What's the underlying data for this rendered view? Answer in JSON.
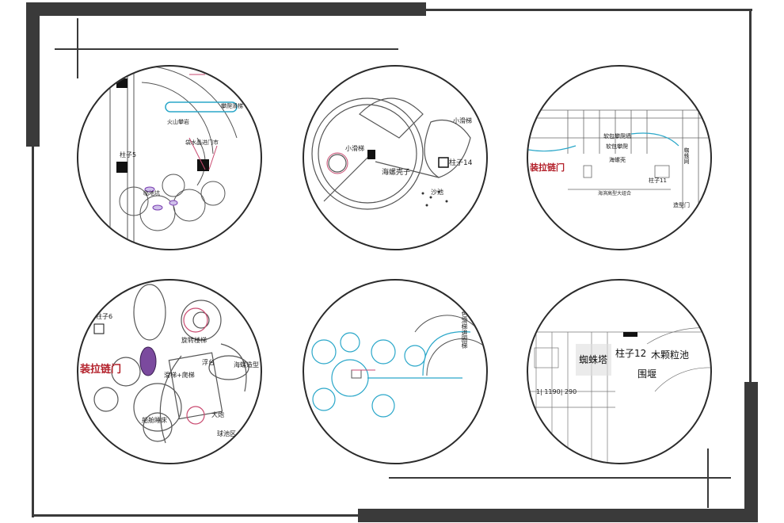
{
  "panels": [
    {
      "labels": {
        "pillar5": "柱子5",
        "waterfall_entry": "袋水晶进门市",
        "sunken_pit": "临地坑",
        "climb_slide": "攀爬滑梯",
        "volcano": "火山攀岩"
      }
    },
    {
      "labels": {
        "small_slide_a": "小滑梯",
        "small_slide_b": "小滑梯",
        "pillar14": "柱子14",
        "sea_snail": "海螺壳子",
        "sand": "沙池"
      }
    },
    {
      "labels": {
        "zipper_door": "装拉链门",
        "pillar11": "柱子11",
        "soft_climb_a": "软包攀爬墙",
        "soft_climb_b": "软包攀爬",
        "shell": "海螺壳",
        "spider": "蜘蛛网",
        "bottom_note": "海滨高型大组合",
        "door": "造型门"
      }
    },
    {
      "labels": {
        "pillar6": "柱子6",
        "zipper_door": "装拉链门",
        "spiral": "旋转楼梯",
        "slide_climb": "滑梯+爬梯",
        "platform": "浮台",
        "sea_shape": "海螺造型",
        "big_gun": "大炮",
        "ship_bed": "船舱睡床",
        "ocean_pool": "球池区"
      }
    },
    {
      "labels": {
        "side_text": "色滑梯进圈梯"
      }
    },
    {
      "labels": {
        "pillar12": "柱子12",
        "spider_tower": "蜘蛛塔",
        "wood_pool": "木颗粒池",
        "weir": "围堰",
        "dims": "1| 1190| 290"
      }
    }
  ]
}
